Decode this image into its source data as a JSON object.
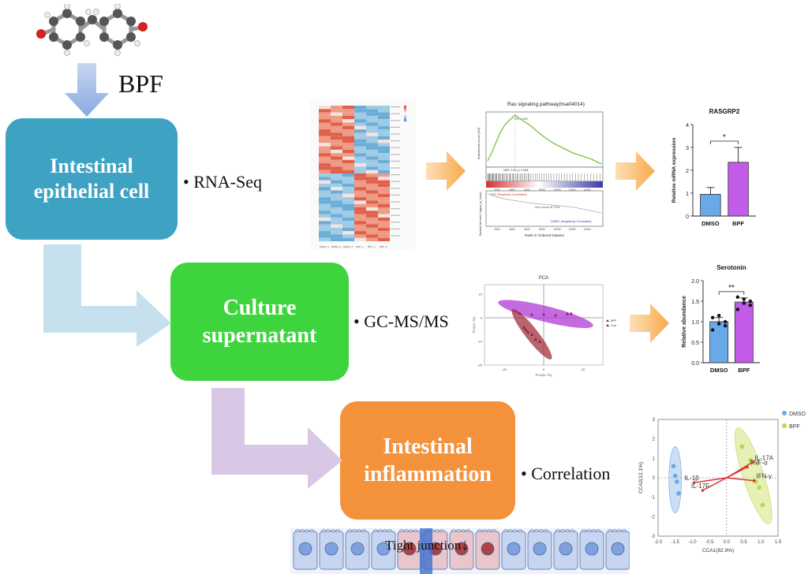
{
  "compound": "BPF",
  "boxes": {
    "cell": "Intestinal\nepithelial cell",
    "culture": "Culture\nsupernatant",
    "inflammation": "Intestinal\ninflammation"
  },
  "methods": {
    "rnaseq": "• RNA-Seq",
    "gcms": "• GC-MS/MS",
    "correlation": "• Correlation"
  },
  "gsea": {
    "title": "Ras signaling pathway(hsa04014)",
    "ylabel": "Enrichment score (ES)",
    "ylabel2": "Ranked list metric (signal_to_noise)",
    "xlabel": "Rank in Ordered Dataset",
    "legend_pos": "BPF (Positively Correlated)",
    "legend_neg": "DMSO (Negatively Correlated)",
    "zero_cross": "Zero score at 7321",
    "es_note": "ES: 0.509",
    "nes_note": "NES: 1.52, p: 0.006",
    "xticks": [
      "2000",
      "4000",
      "6000",
      "8000",
      "10000",
      "12000",
      "14000"
    ]
  },
  "heatmap_cols": [
    "DMSO_1",
    "DMSO_2",
    "DMSO_3",
    "BPF_1",
    "BPF_2",
    "BPF_3"
  ],
  "chart_data": [
    {
      "type": "bar",
      "title": "RASGRP2",
      "ylabel": "Relative mRNA expression",
      "categories": [
        "DMSO",
        "BPF"
      ],
      "values": [
        0.95,
        2.35
      ],
      "errors": [
        0.3,
        0.65
      ],
      "ylim": [
        0,
        4
      ],
      "yticks": [
        "0",
        "1",
        "2",
        "3",
        "4"
      ],
      "significance": "*",
      "colors": [
        "#6aa9e8",
        "#c25be8"
      ]
    },
    {
      "type": "scatter",
      "title": "PCA",
      "xlabel": "PC1(51.7%)",
      "ylabel": "PC2(11.7%)",
      "xlim": [
        -30,
        30
      ],
      "ylim": [
        -20,
        14
      ],
      "xticks": [
        "-20",
        "0",
        "20"
      ],
      "yticks": [
        "10",
        "0",
        "-10",
        "-20"
      ],
      "legend": [
        "BPF",
        "Con"
      ],
      "series": [
        {
          "name": "BPF",
          "color": "#8a2080",
          "points": [
            [
              -12,
              2
            ],
            [
              -6,
              1.5
            ],
            [
              0,
              1.6
            ],
            [
              6,
              1.2
            ],
            [
              12,
              1.8
            ],
            [
              14,
              1.9
            ]
          ]
        },
        {
          "name": "Con",
          "color": "#8a2030",
          "points": [
            [
              -10,
              -4
            ],
            [
              -8,
              -6
            ],
            [
              -6,
              -7
            ],
            [
              -4,
              -9
            ],
            [
              -2,
              -10
            ],
            [
              -9,
              -5
            ]
          ]
        }
      ]
    },
    {
      "type": "bar",
      "title": "Serotonin",
      "ylabel": "Relative abundance",
      "categories": [
        "DMSO",
        "BPF"
      ],
      "values": [
        1.0,
        1.48
      ],
      "errors": [
        0.1,
        0.1
      ],
      "ylim": [
        0,
        2
      ],
      "yticks": [
        "0.0",
        "0.5",
        "1.0",
        "1.5",
        "2.0"
      ],
      "significance": "**",
      "colors": [
        "#6aa9e8",
        "#c25be8"
      ],
      "dots": [
        [
          0.8,
          0.95,
          1.0,
          1.1,
          1.15,
          0.9
        ],
        [
          1.3,
          1.45,
          1.5,
          1.6,
          1.55,
          1.4
        ]
      ]
    },
    {
      "type": "scatter",
      "title": "",
      "xlabel": "CCA1(82.9%)",
      "ylabel": "CCA2(12.1%)",
      "xlim": [
        -2.0,
        1.5
      ],
      "ylim": [
        -3,
        3
      ],
      "xticks": [
        "-2.0",
        "-1.5",
        "-1.0",
        "-0.5",
        "0.0",
        "0.5",
        "1.0",
        "1.5"
      ],
      "yticks": [
        "3",
        "2",
        "1",
        "0",
        "-1",
        "-2",
        "-3"
      ],
      "legend": [
        "DMSO",
        "BPF"
      ],
      "series": [
        {
          "name": "DMSO",
          "color": "#6aa9e8",
          "points": [
            [
              -1.55,
              0.6
            ],
            [
              -1.5,
              0.1
            ],
            [
              -1.45,
              -0.2
            ],
            [
              -1.4,
              -0.8
            ]
          ]
        },
        {
          "name": "BPF",
          "color": "#b8d848",
          "points": [
            [
              0.45,
              1.6
            ],
            [
              0.7,
              0.9
            ],
            [
              0.85,
              -0.2
            ],
            [
              1.05,
              -1.4
            ],
            [
              0.95,
              -0.5
            ]
          ]
        }
      ],
      "vectors": [
        {
          "label": "TNF-α",
          "x": 0.6,
          "y": 0.55
        },
        {
          "label": "IL-17A",
          "x": 0.75,
          "y": 0.8
        },
        {
          "label": "IFN-γ",
          "x": 0.8,
          "y": -0.15
        },
        {
          "label": "IL-1β",
          "x": -0.95,
          "y": -0.25
        },
        {
          "label": "IL-17F",
          "x": -0.7,
          "y": -0.65
        }
      ]
    }
  ],
  "tight_junction": "Tight junction"
}
